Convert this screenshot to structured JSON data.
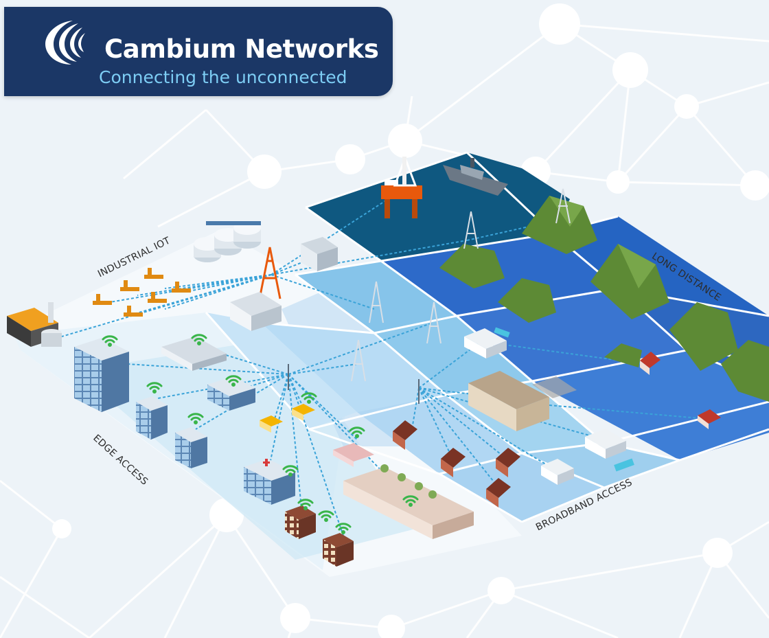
{
  "brand": {
    "name": "Cambium Networks",
    "tagline": "Connecting the unconnected",
    "primary_color": "#1b3766",
    "tagline_color": "#7dcdf4"
  },
  "zones": {
    "industrial_iot": "INDUSTRIAL IoT",
    "long_distance": "LONG DISTANCE",
    "edge_access": "EDGE ACCESS",
    "broadband_access": "BROADBAND ACCESS"
  }
}
